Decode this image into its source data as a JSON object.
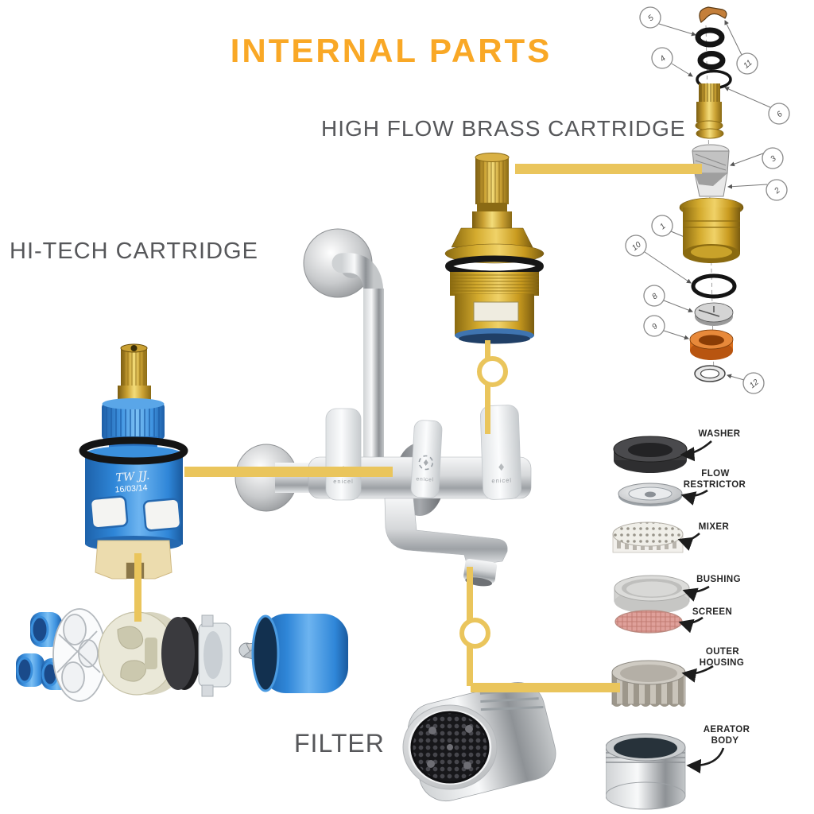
{
  "title": "INTERNAL PARTS",
  "labels": {
    "high_flow_brass_cartridge": "HIGH FLOW BRASS CARTRIDGE",
    "hi_tech_cartridge": "HI-TECH CARTRIDGE",
    "filter": "FILTER"
  },
  "brand": {
    "name": "enicel"
  },
  "hi_tech_cartridge_markings": {
    "line1": "TW JJ.",
    "line2": "16/03/14"
  },
  "exploded_brass_cartridge": {
    "callouts": [
      "5",
      "11",
      "4",
      "6",
      "3",
      "2",
      "1",
      "10",
      "8",
      "9",
      "12"
    ]
  },
  "aerator_parts": [
    {
      "label": "WASHER",
      "lines": [
        "WASHER"
      ]
    },
    {
      "label": "FLOW RESTRICTOR",
      "lines": [
        "FLOW",
        "RESTRICTOR"
      ]
    },
    {
      "label": "MIXER",
      "lines": [
        "MIXER"
      ]
    },
    {
      "label": "BUSHING",
      "lines": [
        "BUSHING"
      ]
    },
    {
      "label": "SCREEN",
      "lines": [
        "SCREEN"
      ]
    },
    {
      "label": "OUTER HOUSING",
      "lines": [
        "OUTER",
        "HOUSING"
      ]
    },
    {
      "label": "AERATOR BODY",
      "lines": [
        "AERATOR",
        "BODY"
      ]
    }
  ],
  "colors": {
    "accent_orange": "#F9A826",
    "connector_yellow": "#EAC55C",
    "label_gray": "#56575A",
    "cartridge_blue": "#2F86D8",
    "brass_gold": "#C9971C",
    "seal_orange": "#E2711D"
  }
}
